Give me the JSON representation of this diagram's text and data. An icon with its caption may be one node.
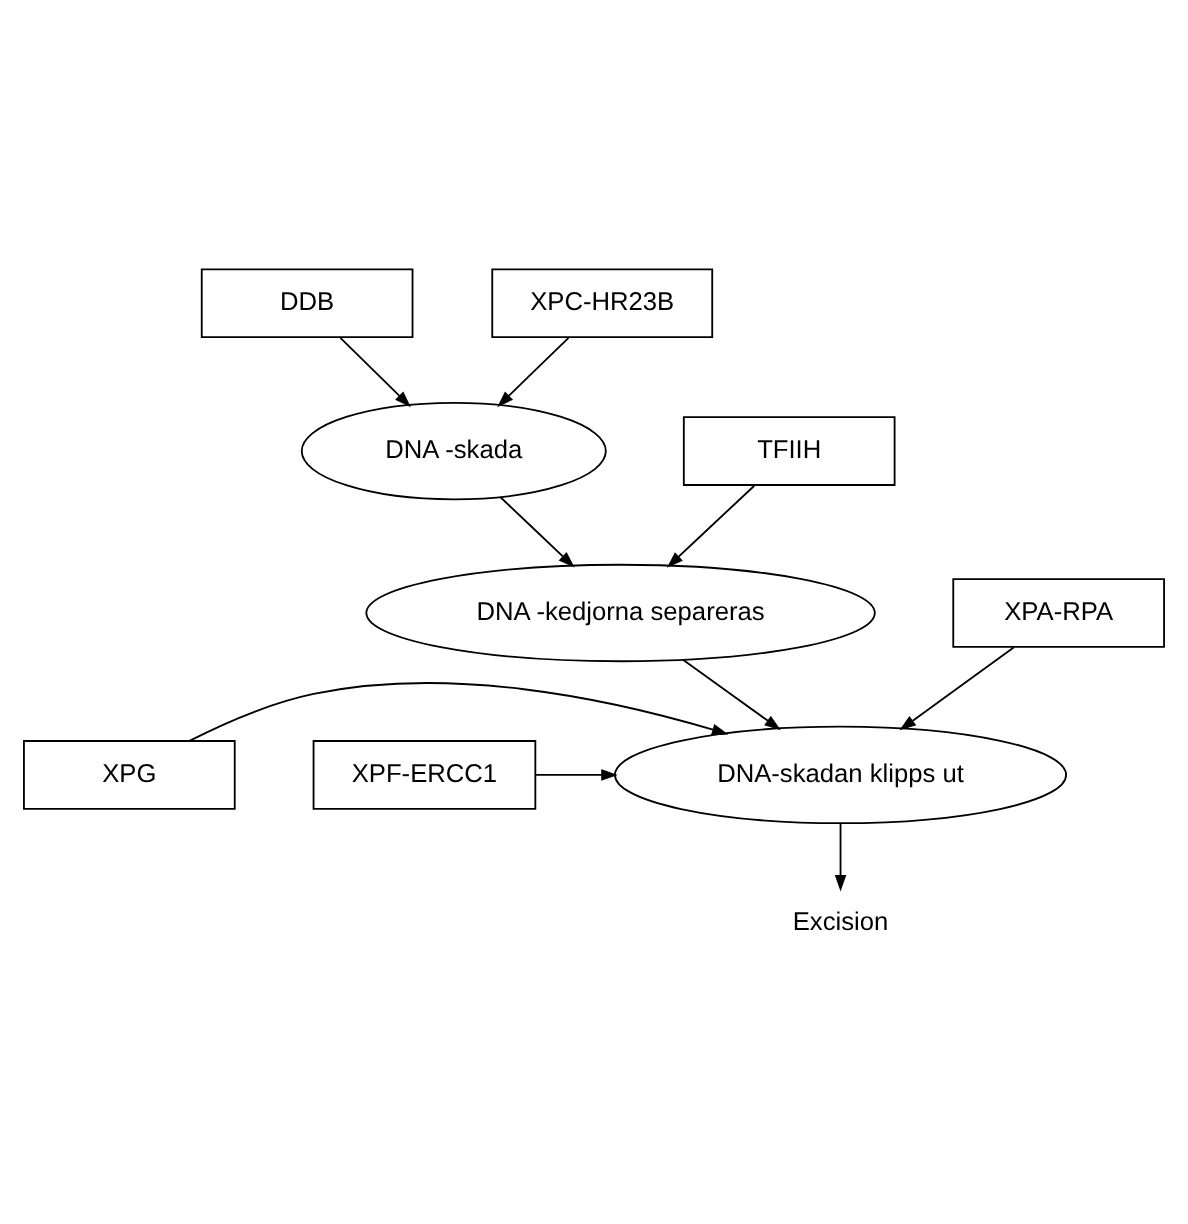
{
  "diagram": {
    "nodes": [
      {
        "text": [
          "DDB"
        ]
      },
      {
        "text": [
          "XPC-HR23B"
        ]
      },
      {
        "text": [
          "DNA -skada"
        ]
      },
      {
        "text": [
          "TFIIH"
        ]
      },
      {
        "text": [
          "DNA -kedjorna separeras"
        ]
      },
      {
        "text": [
          "XPA-RPA"
        ]
      },
      {
        "text": [
          "DNA-skadan klipps ut"
        ]
      },
      {
        "text": [
          "XPG"
        ]
      },
      {
        "text": [
          "XPF-ERCC1"
        ]
      },
      {
        "text": [
          "Excision"
        ]
      }
    ],
    "edges": [
      {
        "from": 0,
        "to": 2,
        "arrow": "to"
      },
      {
        "from": 1,
        "to": 2,
        "arrow": "to"
      },
      {
        "from": 2,
        "to": 4,
        "arrow": "to"
      },
      {
        "from": 3,
        "to": 4,
        "arrow": "to"
      },
      {
        "from": 4,
        "to": 6,
        "arrow": "to"
      },
      {
        "from": 5,
        "to": 6,
        "arrow": "to"
      },
      {
        "from": 7,
        "to": 6,
        "arrow": "to"
      },
      {
        "from": 8,
        "to": 6,
        "arrow": "to"
      },
      {
        "from": 6,
        "to": 9,
        "arrow": "to"
      }
    ]
  }
}
